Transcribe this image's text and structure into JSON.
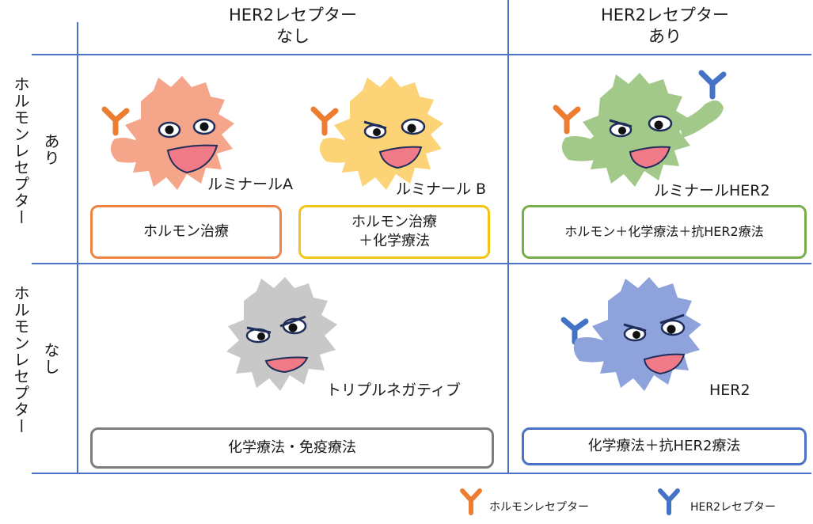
{
  "columns": [
    {
      "line1": "HER2レセプター",
      "line2": "なし"
    },
    {
      "line1": "HER2レセプター",
      "line2": "あり"
    }
  ],
  "rows": [
    {
      "title": "ホルモンレセプター",
      "status": "あり"
    },
    {
      "title": "ホルモンレセプター",
      "status": "なし"
    }
  ],
  "cells": {
    "luminal_a": {
      "label": "ルミナールA",
      "therapy": "ホルモン治療",
      "color": "#f4a58a",
      "box_color": "#ed8447"
    },
    "luminal_b": {
      "label": "ルミナール B",
      "therapy": "ホルモン治療\n＋化学療法",
      "color": "#fcd376",
      "box_color": "#f2c418"
    },
    "luminal_her2": {
      "label": "ルミナールHER2",
      "therapy": "ホルモン＋化学療法＋抗HER2療法",
      "color": "#a3c98a",
      "box_color": "#78ad4c"
    },
    "triple_negative": {
      "label": "トリプルネガティブ",
      "therapy": "化学療法・免疫療法",
      "color": "#c8c8c8",
      "box_color": "#7d7d7d"
    },
    "her2": {
      "label": "HER2",
      "therapy": "化学療法＋抗HER2療法",
      "color": "#8ea3dc",
      "box_color": "#4a72c4"
    }
  },
  "legend": {
    "hormone_receptor": {
      "label": "ホルモンレセプター",
      "color": "#ed7d31"
    },
    "her2_receptor": {
      "label": "HER2レセプター",
      "color": "#4472c4"
    }
  }
}
